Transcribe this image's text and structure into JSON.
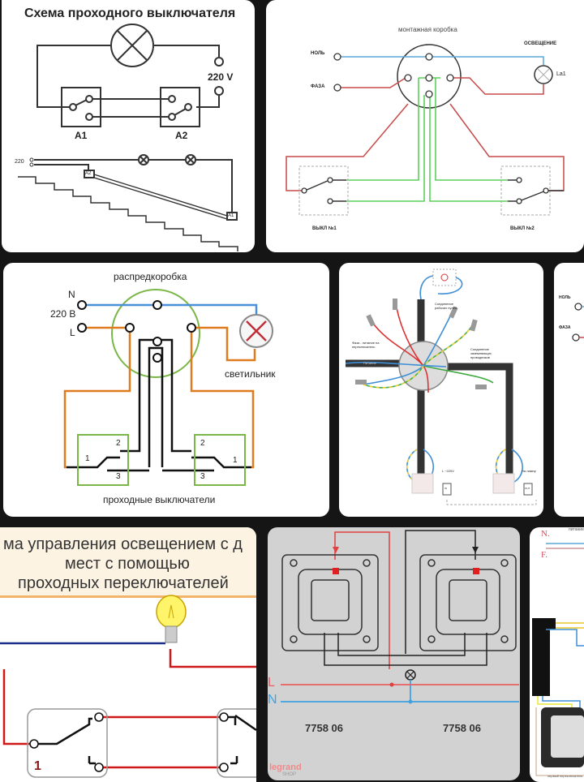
{
  "gallery": {
    "tiles": [
      {
        "id": "tile-1",
        "title": "Схема проходного выключателя",
        "voltage": "220 V",
        "switch_a1": "A1",
        "switch_a2": "A2",
        "stair_voltage": "220",
        "stair_a2": "A2",
        "stair_a1": "A1"
      },
      {
        "id": "tile-2",
        "box_label": "монтажная коробка",
        "neutral_label": "НОЛЬ",
        "phase_label": "ФАЗА",
        "lighting_label": "ОСВЕЩЕНИЕ",
        "lamp_label": "La1",
        "switch1_label": "ВЫКЛ №1",
        "switch2_label": "ВЫКЛ №2"
      },
      {
        "id": "tile-3",
        "box_label": "распредкоробка",
        "n_label": "N",
        "voltage_label": "220 В",
        "l_label": "L",
        "lamp_label": "светильник",
        "caption": "проходные выключатели",
        "terminals_left": [
          "2",
          "1",
          "3"
        ],
        "terminals_right": [
          "2",
          "1",
          "3"
        ]
      },
      {
        "id": "tile-4",
        "note_working_zero": "Соединение рабочих нулей",
        "note_phase_feed": "Фаза - питание на переключатель",
        "note_ground": "Соединение заземляющих проводников",
        "supply_label": "Питание",
        "switch1_note": "L ~220V",
        "switch1_tag": "IN",
        "switch2_note": "На лампу",
        "switch2_tag": "OUT"
      },
      {
        "id": "tile-5",
        "neutral_label": "НОЛЬ",
        "phase_label": "ФАЗА"
      },
      {
        "id": "tile-6",
        "title_line1": "ма управления освещением с д",
        "title_line2": "мест с помощью",
        "title_line3": "проходных переключателей",
        "switch_number": "1"
      },
      {
        "id": "tile-7",
        "l_label": "L",
        "n_label": "N",
        "model_left": "7758 06",
        "model_right": "7758 06",
        "watermark_brand": "legrand",
        "watermark_sub": "SHOP"
      },
      {
        "id": "tile-8",
        "n_label": "N.",
        "f_label": "F.",
        "top_label": "питание",
        "bottom_label": "первый переключатель"
      }
    ]
  },
  "colors": {
    "background": "#151515",
    "wire_red": "#d03a3a",
    "wire_blue": "#3f8fd6",
    "wire_green": "#4fcf4f",
    "wire_orange": "#e07a1e",
    "box_green": "#7ab648",
    "panel_grey": "#d2d2d2"
  }
}
